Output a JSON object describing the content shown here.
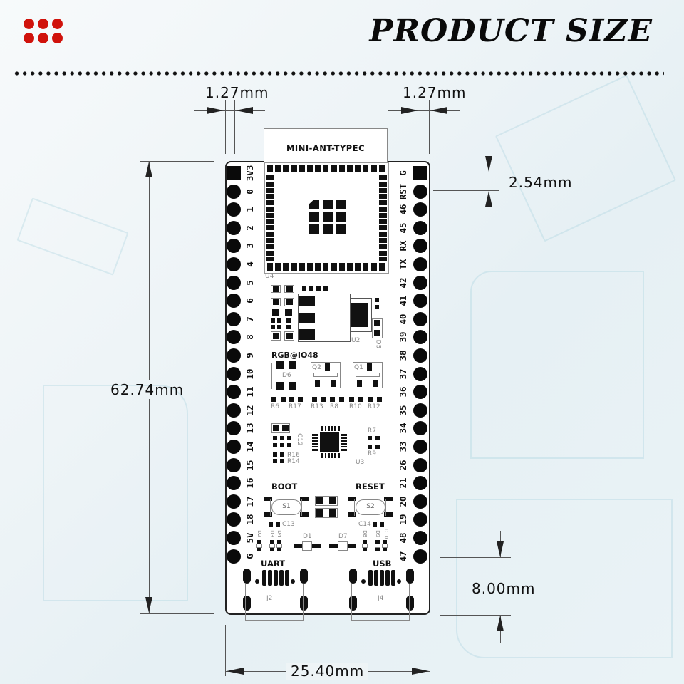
{
  "header": {
    "title": "PRODUCT SIZE",
    "logo_icon": "six-red-dots-icon",
    "accent_color": "#d0120b"
  },
  "dimensions": {
    "pin_margin_left": "1.27mm",
    "pin_margin_right": "1.27mm",
    "pin_pitch": "2.54mm",
    "board_length": "62.74mm",
    "connector_offset": "8.00mm",
    "board_width": "25.40mm"
  },
  "board": {
    "antenna_label": "MINI-ANT-TYPEC",
    "module_designator": "U4",
    "regulator_designator": "U2",
    "diode_d5": "D5",
    "rgb_label": "RGB@IO48",
    "led_designator": "D6",
    "transistors": [
      "Q2",
      "Q1"
    ],
    "resistors_row": [
      "R6",
      "R17",
      "R13",
      "R8",
      "R10",
      "R12"
    ],
    "usb_chip_designator": "U3",
    "resistors_right": [
      "R7",
      "R9"
    ],
    "resistors_left": [
      "C12",
      "R16",
      "R14"
    ],
    "button_left": {
      "label": "BOOT",
      "designator": "S1"
    },
    "button_right": {
      "label": "RESET",
      "designator": "S2"
    },
    "caps": [
      "C13",
      "C14"
    ],
    "leds_left": [
      "D2",
      "D3",
      "D4"
    ],
    "leds_right": [
      "D8",
      "D9",
      "D10"
    ],
    "diodes": [
      "D1",
      "D7"
    ],
    "connector_left": {
      "label": "UART",
      "designator": "J2"
    },
    "connector_right": {
      "label": "USB",
      "designator": "J4"
    }
  },
  "pins": {
    "left": [
      "3V3",
      "0",
      "1",
      "2",
      "3",
      "4",
      "5",
      "6",
      "7",
      "8",
      "9",
      "10",
      "11",
      "12",
      "13",
      "14",
      "15",
      "16",
      "17",
      "18",
      "5V",
      "G"
    ],
    "right": [
      "G",
      "RST",
      "46",
      "45",
      "RX",
      "TX",
      "42",
      "41",
      "40",
      "39",
      "38",
      "37",
      "36",
      "35",
      "34",
      "33",
      "26",
      "21",
      "20",
      "19",
      "48",
      "47"
    ]
  }
}
